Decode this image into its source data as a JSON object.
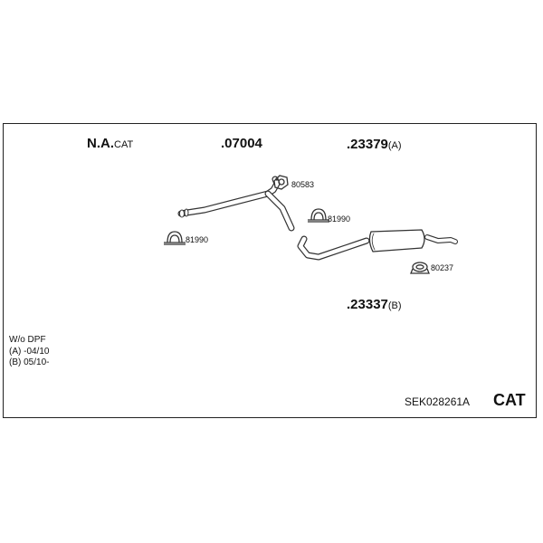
{
  "header_labels": {
    "na_prefix": "N.A.",
    "na_suffix": "CAT",
    "part_front_pipe": ".07004",
    "part_rear_main": ".23379",
    "part_rear_main_variant": "(A)",
    "part_rear_alt": ".23337",
    "part_rear_alt_variant": "(B)"
  },
  "callouts": {
    "clamp_front": "81990",
    "clamp_mid": "81990",
    "gasket": "80583",
    "hanger": "80237"
  },
  "notes": [
    "W/o DPF",
    "(A) -04/10",
    "(B) 05/10-"
  ],
  "footer": {
    "kit_code": "SEK028261A",
    "kit_type": "CAT"
  },
  "icons": [
    "exhaust-front-pipe-icon",
    "exhaust-rear-silencer-icon",
    "clamp-icon",
    "gasket-icon",
    "rubber-hanger-icon"
  ]
}
